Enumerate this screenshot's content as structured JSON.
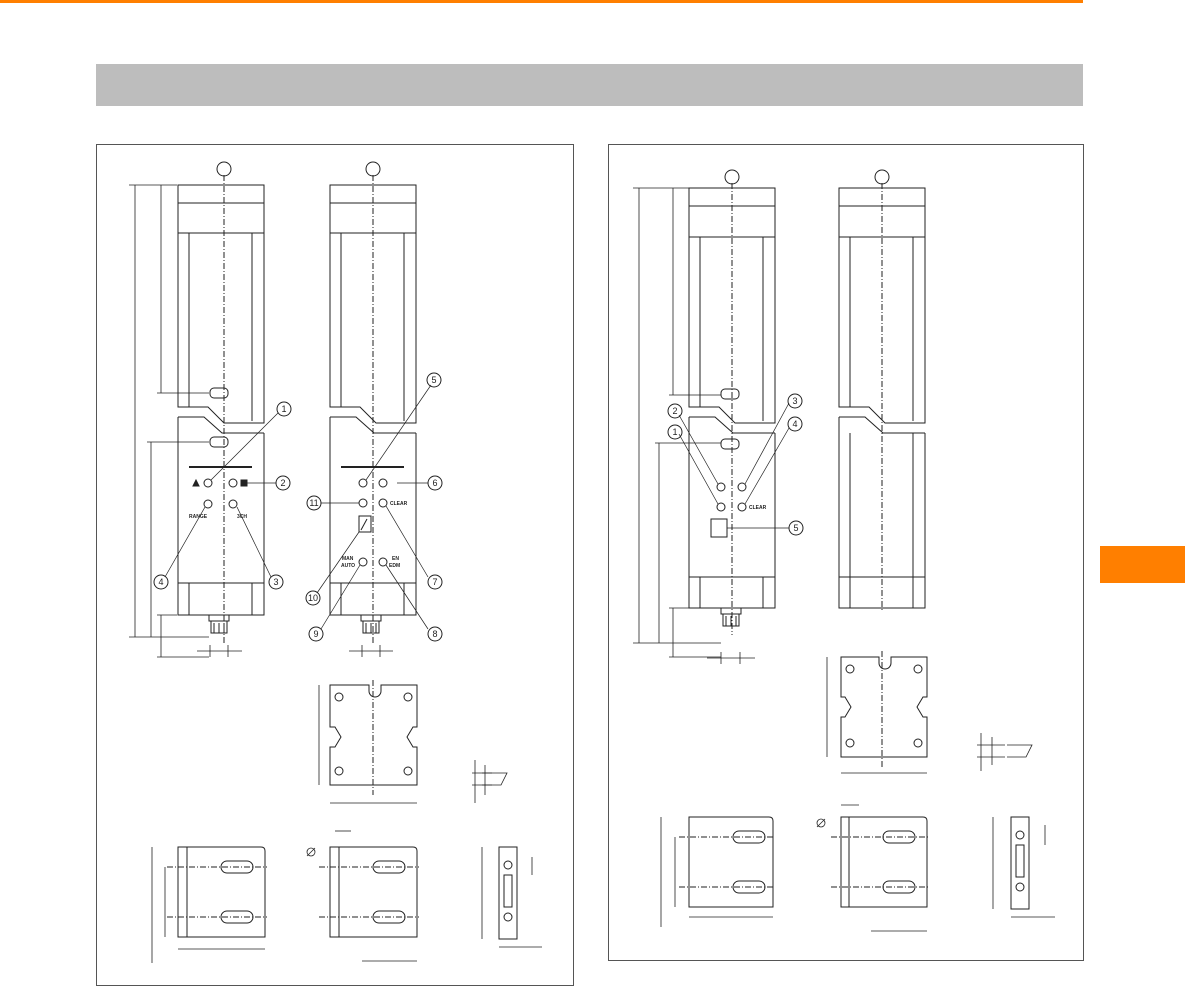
{
  "colors": {
    "accent": "#ff7f00",
    "header_bar": "#bdbdbd",
    "line": "#222222"
  },
  "left_panel": {
    "callouts": [
      "1",
      "2",
      "3",
      "4",
      "5",
      "6",
      "7",
      "8",
      "9",
      "10",
      "11"
    ],
    "front_labels": {
      "range": "RANGE",
      "wire": "3CH"
    },
    "back_labels": {
      "clear": "CLEAR",
      "man": "MAN",
      "auto": "AUTO",
      "en": "EN",
      "edm": "EDM"
    }
  },
  "right_panel": {
    "callouts": [
      "1",
      "2",
      "3",
      "4",
      "5"
    ],
    "front_labels": {
      "clear": "CLEAR"
    }
  }
}
